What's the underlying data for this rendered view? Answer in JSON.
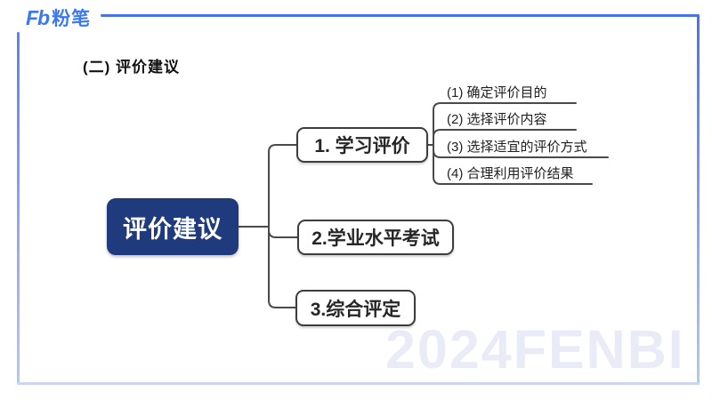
{
  "brand": {
    "logo_mark": "Fb",
    "logo_name": "粉笔"
  },
  "header": {
    "title": "(二) 评价建议"
  },
  "mindmap": {
    "root": "评价建议",
    "branches": [
      {
        "label": "1. 学习评价",
        "children": [
          "(1) 确定评价目的",
          "(2) 选择评价内容",
          "(3) 选择适宜的评价方式",
          "(4) 合理利用评价结果"
        ]
      },
      {
        "label": "2.学业水平考试",
        "children": []
      },
      {
        "label": "3.综合评定",
        "children": []
      }
    ]
  },
  "watermark": "2024FENBI",
  "colors": {
    "brand_blue": "#3a78f2",
    "root_node_bg": "#1f3a7d",
    "node_border": "#3d3d3d",
    "connector": "#4a4a4a",
    "frame_top": "#4673e6",
    "frame_bottom": "#c9d6f3",
    "watermark_color": "#e9ecf7"
  }
}
